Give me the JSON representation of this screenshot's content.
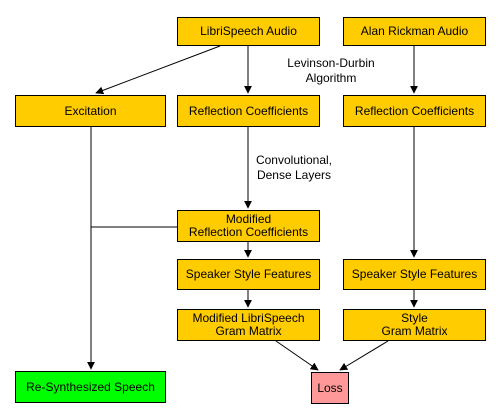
{
  "colors": {
    "box_fill": "#ffcc00",
    "output_fill": "#00ff00",
    "loss_fill": "#ff9999",
    "line": "#000000"
  },
  "nodes": {
    "librispeech_audio": "LibriSpeech Audio",
    "alan_rickman_audio": "Alan Rickman Audio",
    "excitation": "Excitation",
    "reflection_coefficients_left": "Reflection Coefficients",
    "reflection_coefficients_right": "Reflection Coefficients",
    "modified_reflection_coefficients": [
      "Modified",
      "Reflection Coefficients"
    ],
    "speaker_style_features_left": "Speaker Style Features",
    "speaker_style_features_right": "Speaker Style Features",
    "modified_librispeech_gram_matrix": [
      "Modified LibriSpeech",
      "Gram Matrix"
    ],
    "style_gram_matrix": [
      "Style",
      "Gram Matrix"
    ],
    "re_synthesized_speech": "Re-Synthesized Speech",
    "loss": "Loss"
  },
  "edge_labels": {
    "levinson_durbin": [
      "Levinson-Durbin",
      "Algorithm"
    ],
    "convolutional_dense": [
      "Convolutional,",
      "Dense Layers"
    ]
  }
}
